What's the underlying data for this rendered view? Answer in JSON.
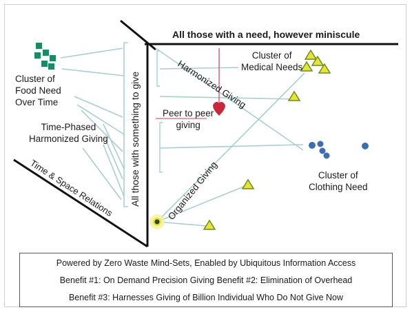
{
  "top_label": "All those with a need, however miniscule",
  "vertical_label": "All those with something to give",
  "time_space_label": "Time & Space Relations",
  "food_cluster_label": [
    "Cluster of",
    "Food Need",
    "Over Time"
  ],
  "time_phased_label": [
    "Time-Phased",
    "Harmonized Giving"
  ],
  "medical_cluster_label": [
    "Cluster of",
    "Medical Needs"
  ],
  "clothing_cluster_label": [
    "Cluster of",
    "Clothing Need"
  ],
  "peer_label": [
    "Peer to peer",
    "giving"
  ],
  "harmonized_label": "Harmonized Giving",
  "organized_label": "Organized Giving",
  "caption": {
    "line1": "Powered by Zero Waste Mind-Sets, Enabled by Ubiquitous Information Access",
    "line2": "Benefit #1: On Demand Precision Giving  Benefit #2: Elimination of Overhead",
    "line3": "Benefit #3:  Harnesses Giving of Billion Individual Who Do Not Give Now"
  },
  "colors": {
    "food": "#1e8a63",
    "triangle_fill": "#e8e23a",
    "triangle_stroke": "#6b8c1f",
    "clothing_dot": "#3d6fb0",
    "heart": "#c8283c",
    "connector": "#a9cdd0",
    "peer_line": "#c0405a"
  }
}
